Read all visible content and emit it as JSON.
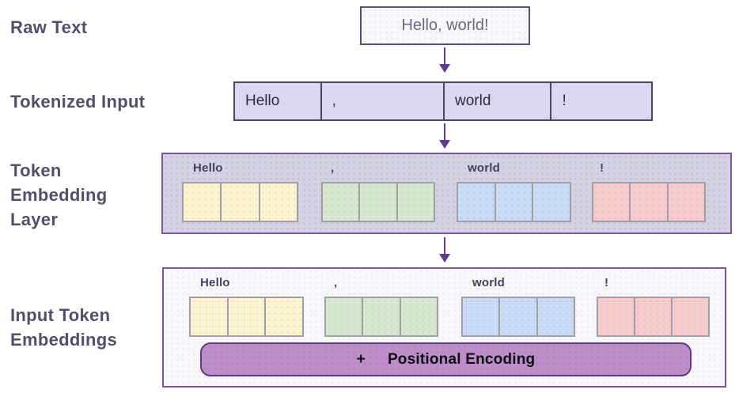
{
  "stages": {
    "raw_text": {
      "label": "Raw Text"
    },
    "tokenized_input": {
      "label": "Tokenized Input"
    },
    "token_embedding_layer": {
      "label": "Token\nEmbedding\nLayer"
    },
    "input_token_embeddings": {
      "label": "Input Token\nEmbeddings"
    }
  },
  "raw_text_value": "Hello, world!",
  "tokens": [
    "Hello",
    ",",
    "world",
    "!"
  ],
  "embedding": {
    "cells_per_token": 3,
    "token_colors": {
      "Hello": "#fdf3d1",
      ",": "#d8e8ce",
      "world": "#c9dbf6",
      "!": "#f5cccb"
    }
  },
  "positional_encoding": {
    "operator": "+",
    "label": "Positional Encoding"
  },
  "colors": {
    "stage_label": "#544e6c",
    "arrow": "#5e3a96",
    "panel_border": "#7c54a7",
    "top_panel_bg": "#d5d2e4",
    "bottom_panel_bg": "#f8f7fb",
    "token_row_bg": "#d9d8ee",
    "token_row_border": "#4b4665",
    "raw_box_bg": "#f8f8fc",
    "raw_box_border": "#56516d",
    "cell_border": "#9f9fa8",
    "positional_bar_bg": "#be8dca",
    "positional_bar_border": "#5d3a86"
  }
}
